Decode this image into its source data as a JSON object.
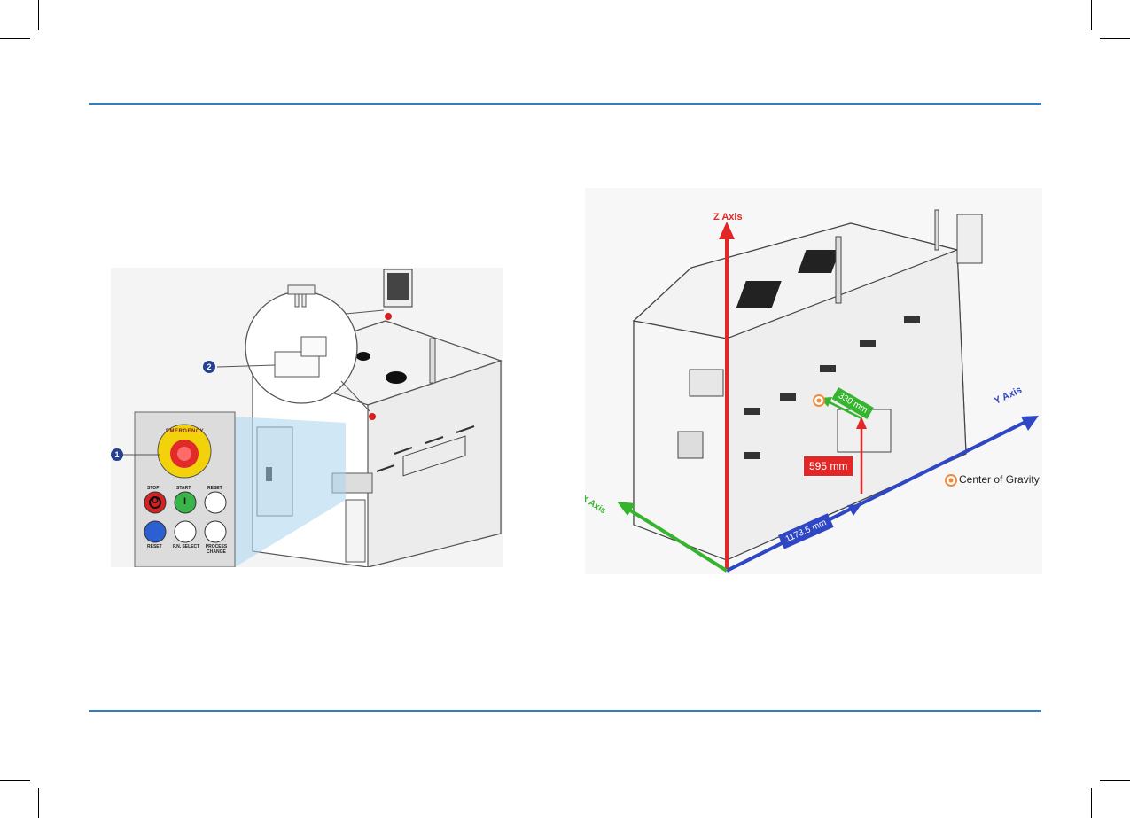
{
  "left_figure": {
    "callouts": [
      "1",
      "2"
    ],
    "emergency_label": "EMERGENCY",
    "button_labels": {
      "stop": "STOP",
      "start": "START",
      "reset_top": "RESET",
      "reset_bottom": "RESET",
      "pin_select": "P.N. SELECT",
      "process_change": "PROCESS CHANGE"
    },
    "start_symbol": "I",
    "stop_symbol": "O"
  },
  "right_figure": {
    "z_axis_label": "Z Axis",
    "y_axis_label": "Y Axis",
    "x_axis_label": "X Axis",
    "y_dimension": "1173.5 mm",
    "z_dimension": "595 mm",
    "x_dimension": "330 mm",
    "legend_label": "Center of Gravity",
    "colors": {
      "z": "#e32626",
      "y": "#2f47c4",
      "x": "#36b42f",
      "cog": "#f08a3c"
    }
  },
  "page": {
    "rule_color": "#2f7fc1"
  }
}
